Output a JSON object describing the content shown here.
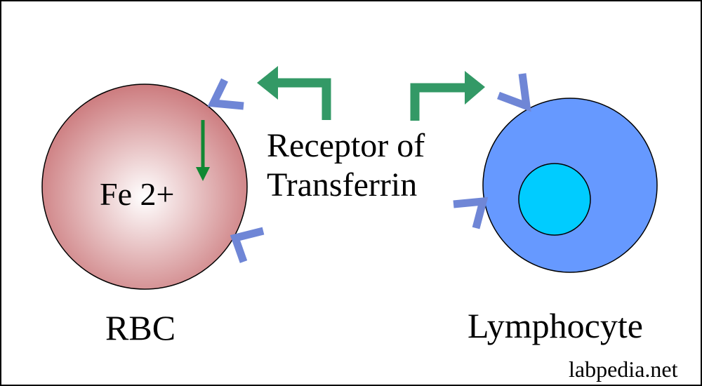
{
  "labels": {
    "iron": "Fe 2+",
    "receptor_line1": "Receptor of",
    "receptor_line2": "Transferrin",
    "rbc": "RBC",
    "lymphocyte": "Lymphocyte",
    "credit": "labpedia.net"
  },
  "icons": [
    "receptor-notch-icon",
    "elbow-arrow-icon",
    "down-arrow-icon"
  ],
  "colors": {
    "rbc_center": "#ffffff",
    "rbc_edge": "#cc7b7e",
    "lymphocyte_cell": "#6699ff",
    "lymphocyte_nucleus": "#00ccff",
    "receptor": "#6f86d6",
    "transfer_arrow": "#339966",
    "iron_arrow": "#118833",
    "outline": "#000000"
  }
}
